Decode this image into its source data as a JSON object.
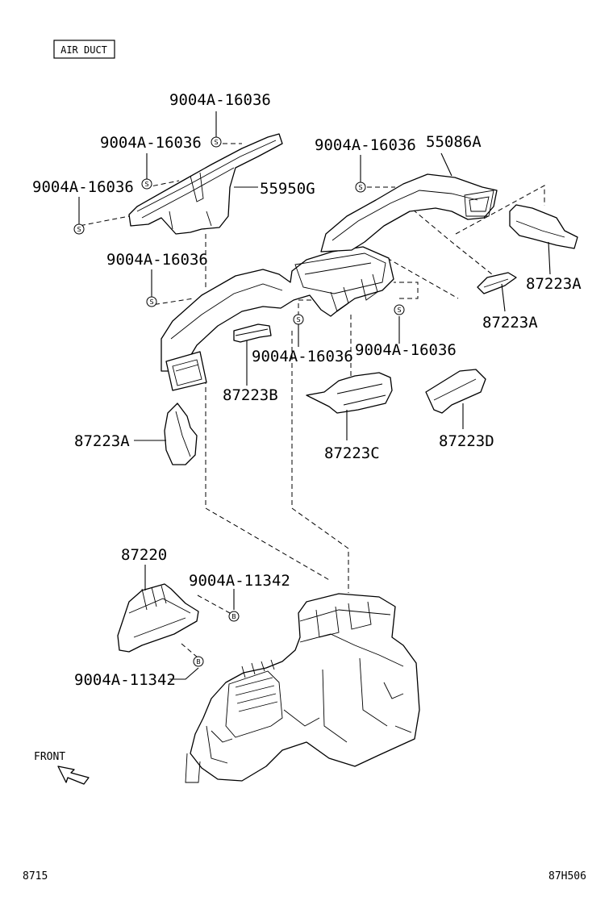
{
  "title_box": "AIR DUCT",
  "labels": {
    "bolt_top": "9004A-16036",
    "bolt_left_upper": "9004A-16036",
    "bolt_left": "9004A-16036",
    "bolt_right_upper": "9004A-16036",
    "duct_right": "55086A",
    "duct_upper_left": "55950G",
    "bolt_mid_left": "9004A-16036",
    "duct_pad_a_right_top": "87223A",
    "duct_pad_a_right": "87223A",
    "bolt_center": "9004A-16036",
    "bolt_center_right": "9004A-16036",
    "pad_b": "87223B",
    "pad_a_left": "87223A",
    "pad_c": "87223C",
    "pad_d": "87223D",
    "duct_lower": "87220",
    "bolt_lower_right": "9004A-11342",
    "bolt_lower_left": "9004A-11342"
  },
  "markers": {
    "screw": "S",
    "bolt": "B"
  },
  "front_label": "FRONT",
  "footer": {
    "left": "8715",
    "right": "87H506"
  }
}
